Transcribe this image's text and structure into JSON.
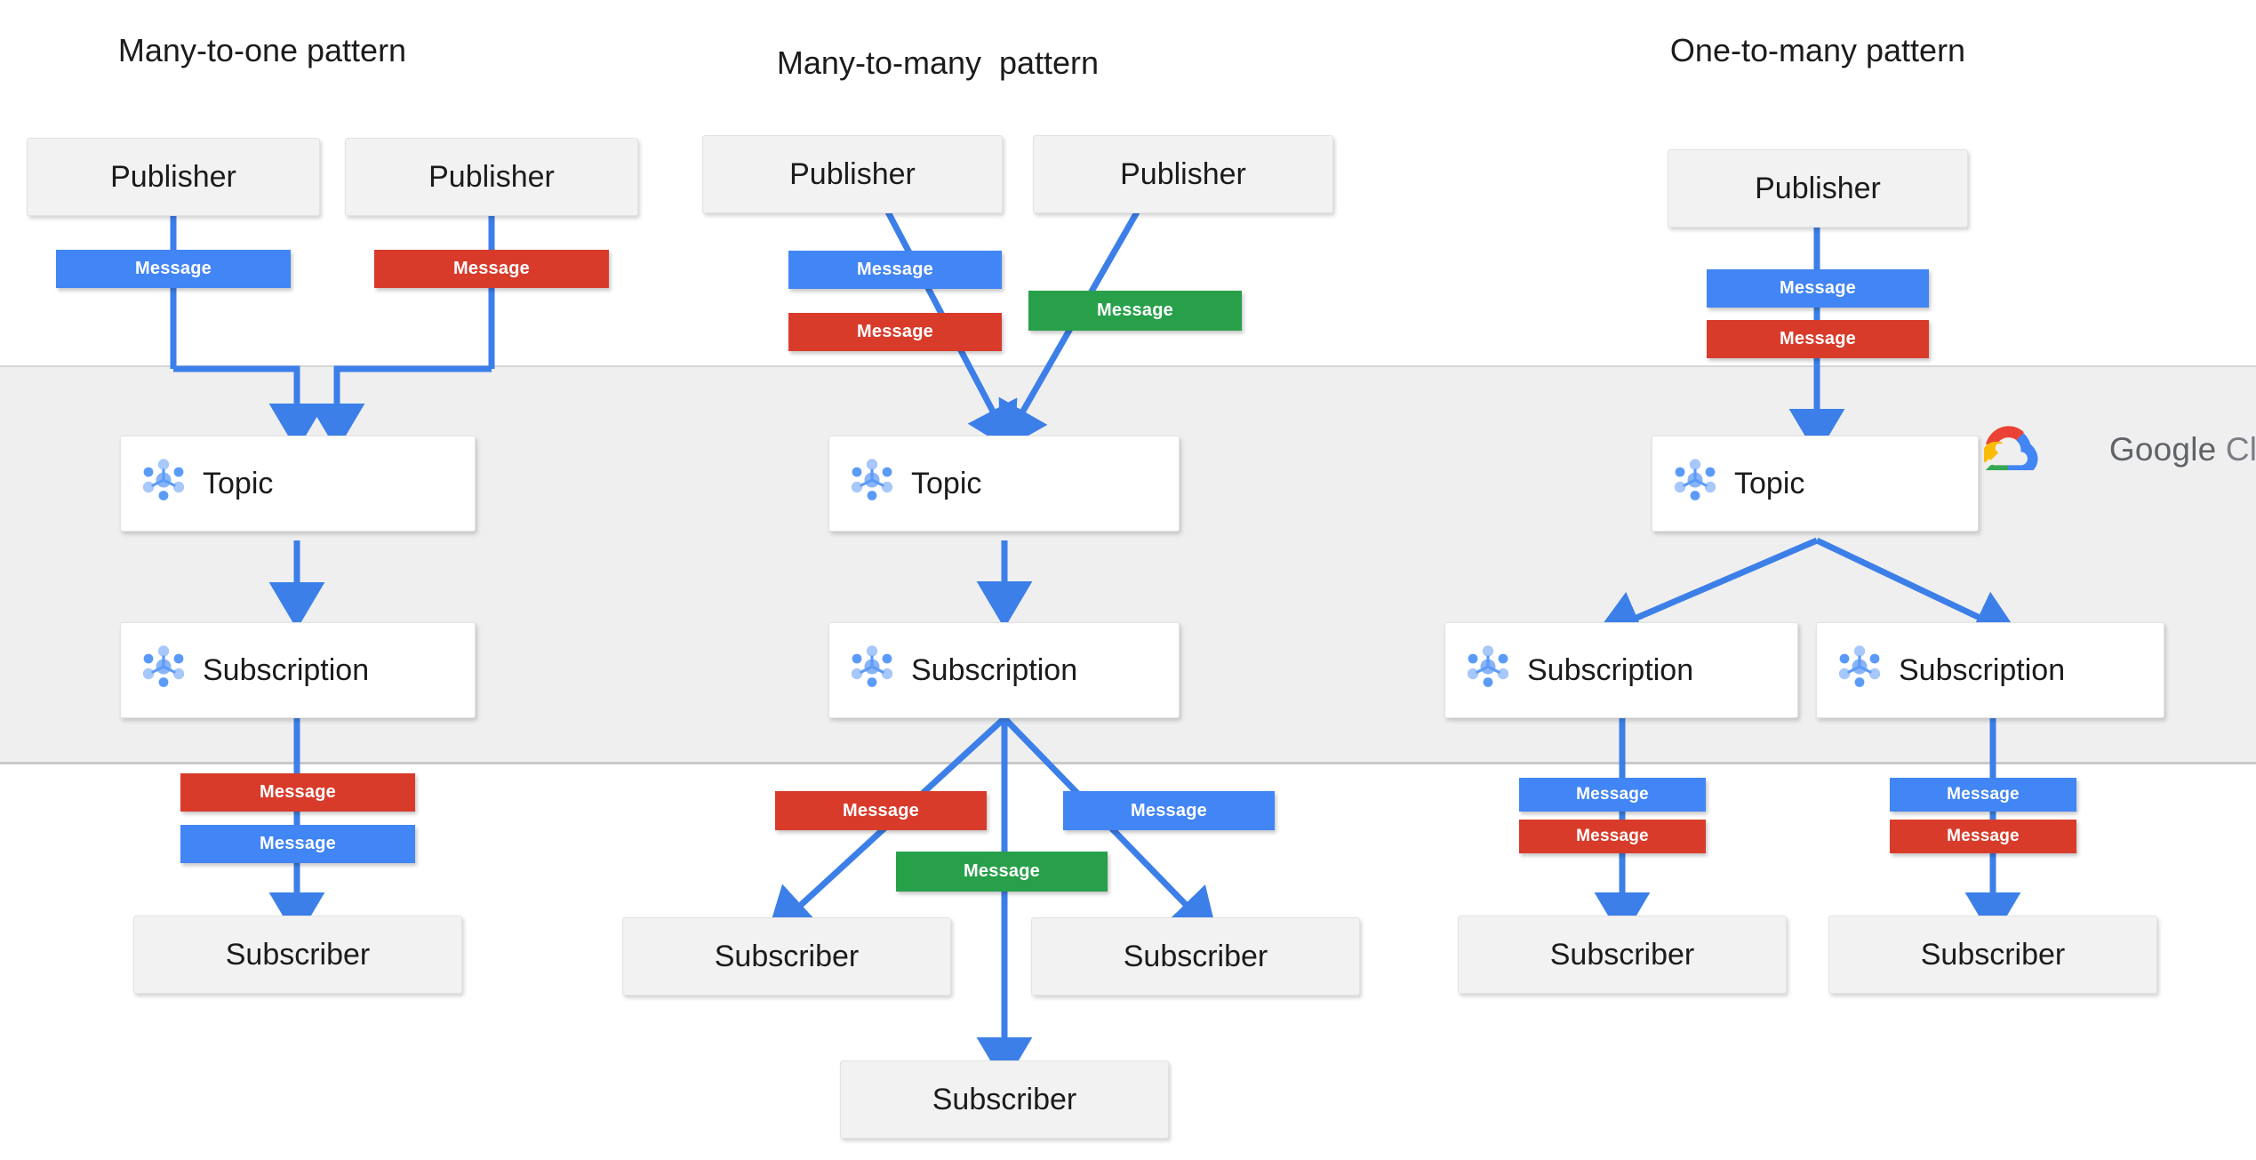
{
  "colors": {
    "blue": "#4285f4",
    "red": "#d93b2b",
    "green": "#28a04a",
    "arrow": "#3c7fe8",
    "band_bg": "#efefef",
    "box_bg": "#f2f2f2",
    "white": "#ffffff",
    "text": "#1b1b1b",
    "logo_text": "#5f6368",
    "icon_dark": "#5b9bf8",
    "icon_light": "#a8c7fa"
  },
  "brand": {
    "name_bold": "Google",
    "name_light": " Cloud",
    "icon": "google-cloud-logo"
  },
  "labels": {
    "publisher": "Publisher",
    "subscriber": "Subscriber",
    "topic": "Topic",
    "subscription": "Subscription",
    "message": "Message",
    "pubsub_icon": "pubsub-node-icon"
  },
  "columns": [
    {
      "id": "many-to-one",
      "title": "Many-to-one pattern",
      "publishers": [
        {
          "label": "Publisher",
          "message": {
            "label": "Message",
            "color": "#4285f4"
          }
        },
        {
          "label": "Publisher",
          "message": {
            "label": "Message",
            "color": "#d93b2b"
          }
        }
      ],
      "topics": [
        {
          "label": "Topic"
        }
      ],
      "subscriptions": [
        {
          "label": "Subscription"
        }
      ],
      "out_messages": [
        {
          "label": "Message",
          "color": "#d93b2b"
        },
        {
          "label": "Message",
          "color": "#4285f4"
        }
      ],
      "subscribers": [
        {
          "label": "Subscriber"
        }
      ]
    },
    {
      "id": "many-to-many",
      "title": "Many-to-many  pattern",
      "publishers": [
        {
          "label": "Publisher",
          "messages": [
            {
              "label": "Message",
              "color": "#4285f4"
            },
            {
              "label": "Message",
              "color": "#d93b2b"
            }
          ]
        },
        {
          "label": "Publisher",
          "messages": [
            {
              "label": "Message",
              "color": "#28a04a"
            }
          ]
        }
      ],
      "topics": [
        {
          "label": "Topic"
        }
      ],
      "subscriptions": [
        {
          "label": "Subscription"
        }
      ],
      "out_messages": [
        {
          "label": "Message",
          "color": "#d93b2b"
        },
        {
          "label": "Message",
          "color": "#4285f4"
        },
        {
          "label": "Message",
          "color": "#28a04a"
        }
      ],
      "subscribers": [
        {
          "label": "Subscriber"
        },
        {
          "label": "Subscriber"
        },
        {
          "label": "Subscriber"
        }
      ]
    },
    {
      "id": "one-to-many",
      "title": "One-to-many pattern",
      "publishers": [
        {
          "label": "Publisher",
          "messages": [
            {
              "label": "Message",
              "color": "#4285f4"
            },
            {
              "label": "Message",
              "color": "#d93b2b"
            }
          ]
        }
      ],
      "topics": [
        {
          "label": "Topic"
        }
      ],
      "subscriptions": [
        {
          "label": "Subscription"
        },
        {
          "label": "Subscription"
        }
      ],
      "out_messages": [
        {
          "label": "Message",
          "color": "#4285f4"
        },
        {
          "label": "Message",
          "color": "#d93b2b"
        },
        {
          "label": "Message",
          "color": "#4285f4"
        },
        {
          "label": "Message",
          "color": "#d93b2b"
        }
      ],
      "subscribers": [
        {
          "label": "Subscriber"
        },
        {
          "label": "Subscriber"
        }
      ]
    }
  ]
}
